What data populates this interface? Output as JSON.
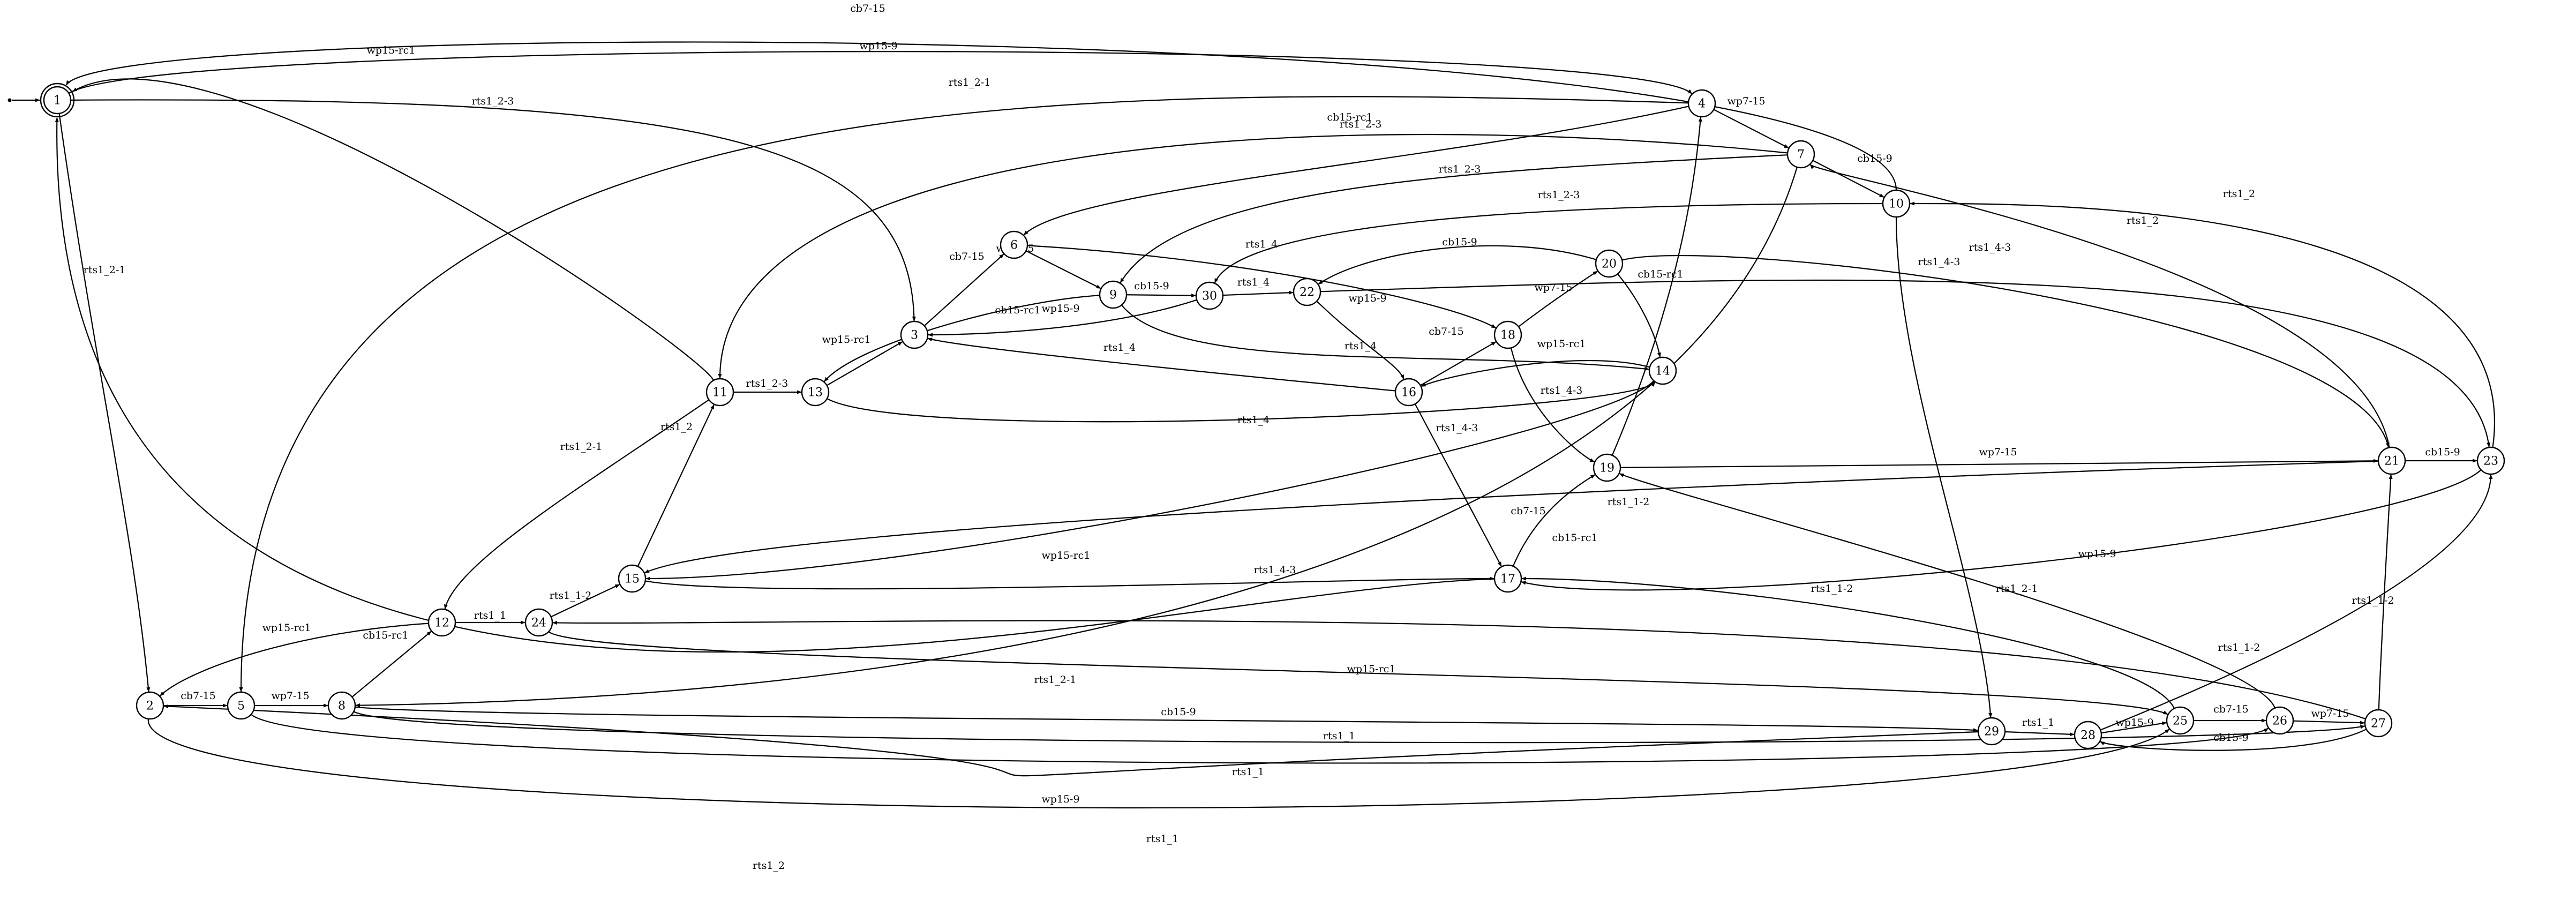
{
  "diagram": {
    "nodes": [
      {
        "id": "1",
        "label": "1",
        "accepting": true
      },
      {
        "id": "2",
        "label": "2"
      },
      {
        "id": "3",
        "label": "3"
      },
      {
        "id": "4",
        "label": "4"
      },
      {
        "id": "5",
        "label": "5"
      },
      {
        "id": "6",
        "label": "6"
      },
      {
        "id": "7",
        "label": "7"
      },
      {
        "id": "8",
        "label": "8"
      },
      {
        "id": "9",
        "label": "9"
      },
      {
        "id": "10",
        "label": "10"
      },
      {
        "id": "11",
        "label": "11"
      },
      {
        "id": "12",
        "label": "12"
      },
      {
        "id": "13",
        "label": "13"
      },
      {
        "id": "14",
        "label": "14"
      },
      {
        "id": "15",
        "label": "15"
      },
      {
        "id": "16",
        "label": "16"
      },
      {
        "id": "17",
        "label": "17"
      },
      {
        "id": "18",
        "label": "18"
      },
      {
        "id": "19",
        "label": "19"
      },
      {
        "id": "20",
        "label": "20"
      },
      {
        "id": "21",
        "label": "21"
      },
      {
        "id": "22",
        "label": "22"
      },
      {
        "id": "23",
        "label": "23"
      },
      {
        "id": "24",
        "label": "24"
      },
      {
        "id": "25",
        "label": "25"
      },
      {
        "id": "26",
        "label": "26"
      },
      {
        "id": "27",
        "label": "27"
      },
      {
        "id": "28",
        "label": "28"
      },
      {
        "id": "29",
        "label": "29"
      },
      {
        "id": "30",
        "label": "30"
      }
    ],
    "edges": [
      {
        "id": "e0",
        "from": "start",
        "to": "1",
        "label": ""
      },
      {
        "id": "e1",
        "from": "11",
        "to": "1",
        "label": "wp15-rc1"
      },
      {
        "id": "e2",
        "from": "10",
        "to": "1",
        "label": "cb7-15"
      },
      {
        "id": "e3",
        "from": "1",
        "to": "4",
        "label": "wp15-9"
      },
      {
        "id": "e4",
        "from": "4",
        "to": "5",
        "label": "rts1_2-1"
      },
      {
        "id": "e5",
        "from": "1",
        "to": "3",
        "label": "rts1_2-3"
      },
      {
        "id": "e6",
        "from": "1",
        "to": "2",
        "label": "rts1_2-1"
      },
      {
        "id": "e7",
        "from": "4",
        "to": "7",
        "label": "wp7-15"
      },
      {
        "id": "e8",
        "from": "4",
        "to": "6",
        "label": "cb15-rc1"
      },
      {
        "id": "e9",
        "from": "7",
        "to": "11",
        "label": "rts1_2-3"
      },
      {
        "id": "e10",
        "from": "7",
        "to": "10",
        "label": "cb15-9"
      },
      {
        "id": "e11",
        "from": "7",
        "to": "9",
        "label": "rts1_2-3"
      },
      {
        "id": "e12",
        "from": "10",
        "to": "30",
        "label": "rts1_2-3"
      },
      {
        "id": "e13",
        "from": "21",
        "to": "7",
        "label": "rts1_2"
      },
      {
        "id": "e14",
        "from": "23",
        "to": "10",
        "label": "rts1_2"
      },
      {
        "id": "e15",
        "from": "6",
        "to": "9",
        "label": "wp7-15"
      },
      {
        "id": "e16",
        "from": "3",
        "to": "6",
        "label": "cb7-15"
      },
      {
        "id": "e17",
        "from": "6",
        "to": "18",
        "label": "rts1_4"
      },
      {
        "id": "e18",
        "from": "9",
        "to": "30",
        "label": "cb15-9"
      },
      {
        "id": "e19",
        "from": "30",
        "to": "22",
        "label": "rts1_4"
      },
      {
        "id": "e20",
        "from": "9",
        "to": "14",
        "label": "rts1_4"
      },
      {
        "id": "e21",
        "from": "30",
        "to": "3",
        "label": "cb15-rc1"
      },
      {
        "id": "e22",
        "from": "9",
        "to": "13",
        "label": "wp15-9"
      },
      {
        "id": "e23",
        "from": "13",
        "to": "3",
        "label": "wp15-rc1"
      },
      {
        "id": "e24",
        "from": "16",
        "to": "3",
        "label": "rts1_4"
      },
      {
        "id": "e25",
        "from": "20",
        "to": "22",
        "label": "cb15-9"
      },
      {
        "id": "e26",
        "from": "20",
        "to": "21",
        "label": "rts1_4-3"
      },
      {
        "id": "e27",
        "from": "22",
        "to": "23",
        "label": "rts1_4-3"
      },
      {
        "id": "e28",
        "from": "22",
        "to": "16",
        "label": "wp15-9"
      },
      {
        "id": "e29",
        "from": "20",
        "to": "14",
        "label": "cb15-rc1"
      },
      {
        "id": "e30",
        "from": "18",
        "to": "20",
        "label": "wp7-15"
      },
      {
        "id": "e31",
        "from": "16",
        "to": "18",
        "label": "cb7-15"
      },
      {
        "id": "e32",
        "from": "14",
        "to": "16",
        "label": "wp15-rc1"
      },
      {
        "id": "e33",
        "from": "18",
        "to": "19",
        "label": "rts1_4-3"
      },
      {
        "id": "e34",
        "from": "13",
        "to": "14",
        "label": "rts1_4"
      },
      {
        "id": "e35",
        "from": "11",
        "to": "13",
        "label": "rts1_2-3"
      },
      {
        "id": "e36",
        "from": "11",
        "to": "12",
        "label": "rts1_2-1"
      },
      {
        "id": "e37",
        "from": "15",
        "to": "11",
        "label": "rts1_2"
      },
      {
        "id": "e38",
        "from": "14",
        "to": "15",
        "label": "rts1_4-3"
      },
      {
        "id": "e39",
        "from": "16",
        "to": "17",
        "label": "rts1_4-3"
      },
      {
        "id": "e40",
        "from": "19",
        "to": "4",
        "label": ""
      },
      {
        "id": "e41",
        "from": "19",
        "to": "21",
        "label": "wp7-15"
      },
      {
        "id": "e42",
        "from": "21",
        "to": "23",
        "label": "cb15-9"
      },
      {
        "id": "e43",
        "from": "21",
        "to": "15",
        "label": "rts1_1-2"
      },
      {
        "id": "e44",
        "from": "17",
        "to": "19",
        "label": "cb7-15"
      },
      {
        "id": "e45",
        "from": "15",
        "to": "17",
        "label": "wp15-rc1"
      },
      {
        "id": "e46",
        "from": "24",
        "to": "15",
        "label": "rts1_1-2"
      },
      {
        "id": "e47",
        "from": "23",
        "to": "17",
        "label": "cb15-rc1"
      },
      {
        "id": "e48",
        "from": "12",
        "to": "24",
        "label": "rts1_1"
      },
      {
        "id": "e49",
        "from": "12",
        "to": "2",
        "label": "wp15-rc1"
      },
      {
        "id": "e50",
        "from": "8",
        "to": "12",
        "label": "cb15-rc1"
      },
      {
        "id": "e51",
        "from": "27",
        "to": "24",
        "label": ""
      },
      {
        "id": "e52",
        "from": "24",
        "to": "25",
        "label": "wp15-rc1"
      },
      {
        "id": "e53",
        "from": "25",
        "to": "17",
        "label": "rts1_1-2"
      },
      {
        "id": "e54",
        "from": "7",
        "to": "8",
        "label": "rts1_2-1"
      },
      {
        "id": "e55",
        "from": "2",
        "to": "5",
        "label": "cb7-15"
      },
      {
        "id": "e56",
        "from": "5",
        "to": "8",
        "label": "wp7-15"
      },
      {
        "id": "e57",
        "from": "8",
        "to": "29",
        "label": "cb15-9"
      },
      {
        "id": "e58",
        "from": "8",
        "to": "27",
        "label": "rts1_1"
      },
      {
        "id": "e59",
        "from": "5",
        "to": "26",
        "label": "rts1_1"
      },
      {
        "id": "e60",
        "from": "29",
        "to": "2",
        "label": "wp15-9"
      },
      {
        "id": "e61",
        "from": "2",
        "to": "25",
        "label": "rts1_1"
      },
      {
        "id": "e62",
        "from": "17",
        "to": "1",
        "label": "rts1_2"
      },
      {
        "id": "e63",
        "from": "10",
        "to": "29",
        "label": "rts1_2-1"
      },
      {
        "id": "e64",
        "from": "29",
        "to": "28",
        "label": "rts1_1"
      },
      {
        "id": "e65",
        "from": "28",
        "to": "25",
        "label": "wp15-9"
      },
      {
        "id": "e66",
        "from": "28",
        "to": "23",
        "label": "rts1_1-2"
      },
      {
        "id": "e67",
        "from": "25",
        "to": "26",
        "label": "cb7-15"
      },
      {
        "id": "e68",
        "from": "26",
        "to": "27",
        "label": "wp7-15"
      },
      {
        "id": "e69",
        "from": "27",
        "to": "28",
        "label": "cb15-9"
      },
      {
        "id": "e70",
        "from": "26",
        "to": "19",
        "label": "wp15-9"
      },
      {
        "id": "e71",
        "from": "27",
        "to": "21",
        "label": "rts1_1-2"
      }
    ]
  }
}
